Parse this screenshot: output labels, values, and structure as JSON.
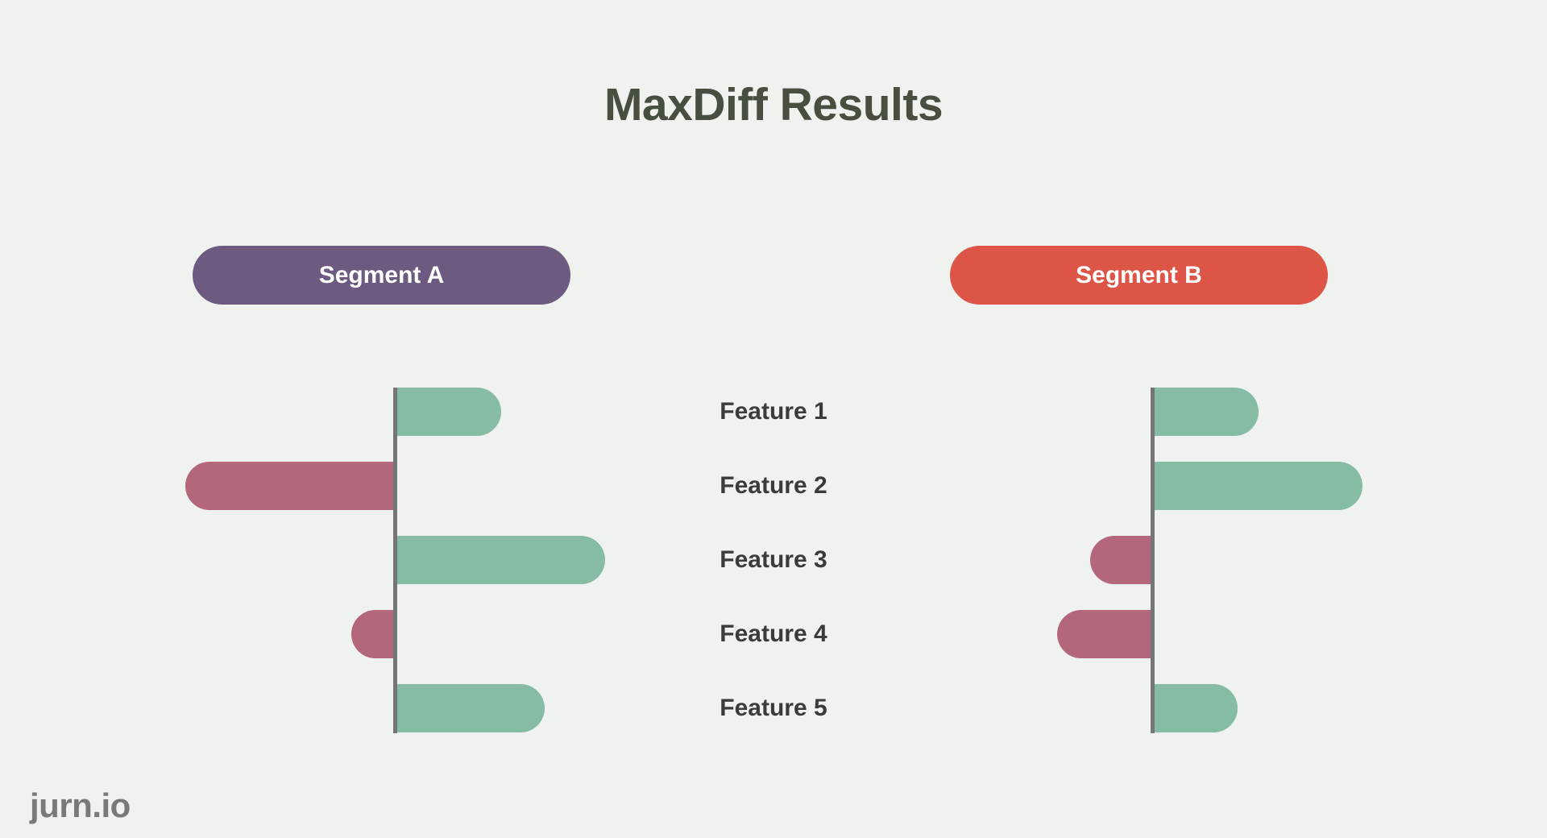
{
  "page": {
    "title": "MaxDiff Results"
  },
  "branding": {
    "logo_text": "jurn.io"
  },
  "segments": [
    {
      "label": "Segment A",
      "color": "#6D5A80"
    },
    {
      "label": "Segment B",
      "color": "#DC5546"
    }
  ],
  "colors": {
    "background": "#F0F2EF",
    "title_text": "#474F41",
    "segment_a_pill": "#6D5A80",
    "segment_b_pill": "#DC5546",
    "positive_bar": "#85BCA3",
    "negative_bar": "#B4667A",
    "axis_line": "#767676",
    "feature_label_text": "#3B3B3B",
    "logo_text": "#797979"
  },
  "chart_data": {
    "type": "bar",
    "orientation": "horizontal-diverging",
    "title": "MaxDiff Results",
    "categories": [
      "Feature 1",
      "Feature 2",
      "Feature 3",
      "Feature 4",
      "Feature 5"
    ],
    "series": [
      {
        "name": "Segment A",
        "values": [
          5.0,
          -10.0,
          10.0,
          -2.0,
          7.1
        ]
      },
      {
        "name": "Segment B",
        "values": [
          5.0,
          10.0,
          -2.9,
          -4.5,
          4.0
        ]
      }
    ],
    "xlim": [
      -10,
      10
    ],
    "value_axis_hidden": true,
    "grid": false,
    "legend_position": "pills-above-charts",
    "positive_color": "#85BCA3",
    "negative_color": "#B4667A",
    "notes": "No numeric axis shown; values estimated from bar lengths relative to longest bar = 10"
  }
}
